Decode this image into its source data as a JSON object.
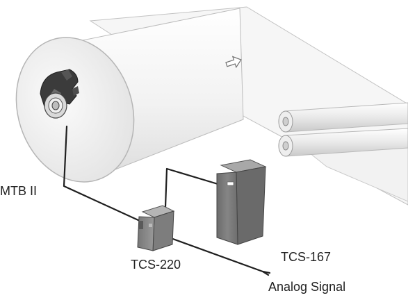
{
  "labels": {
    "brake": "MTB II",
    "amplifier": "TCS-220",
    "controller": "TCS-167",
    "signal": "Analog Signal"
  },
  "colors": {
    "roll_face": "#efefef",
    "roll_body": "#f3f3f3",
    "web": "#f5f5f5",
    "outline": "#b9b9b9",
    "cable": "#1f1f1f",
    "controller_box": "#7a7a7a",
    "amplifier_box": "#8a8a8a",
    "brake_mechanism": "#3a3a3a"
  },
  "icons": {
    "direction": "web-direction-arrow-icon"
  }
}
